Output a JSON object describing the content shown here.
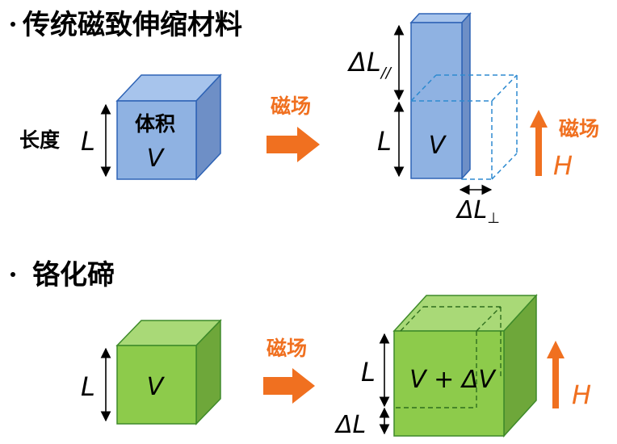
{
  "section1": {
    "title": "传统磁致伸缩材料",
    "length_label": "长度",
    "cube_volume_label": "体积",
    "cube_V": "V",
    "L": "L",
    "field_arrow_label": "磁场",
    "delta_L_parallel": "ΔL",
    "parallel_subscript": "//",
    "elongated_V": "V",
    "delta_L_perp": "ΔL",
    "perp_subscript": "⊥",
    "field_label": "磁场",
    "H": "H"
  },
  "section2": {
    "title": "铬化碲",
    "cube_V": "V",
    "L": "L",
    "field_arrow_label": "磁场",
    "expanded_V": "V + ΔV",
    "delta_L": "ΔL",
    "H": "H"
  },
  "colors": {
    "blue_front": "#8FB2E2",
    "blue_top": "#A7C4EC",
    "blue_side": "#6E8FC6",
    "blue_edge": "#2E63B5",
    "green_front": "#8DCB4B",
    "green_top": "#A9D977",
    "green_side": "#6EA73A",
    "green_edge": "#3E8A2A",
    "orange": "#F07020"
  }
}
